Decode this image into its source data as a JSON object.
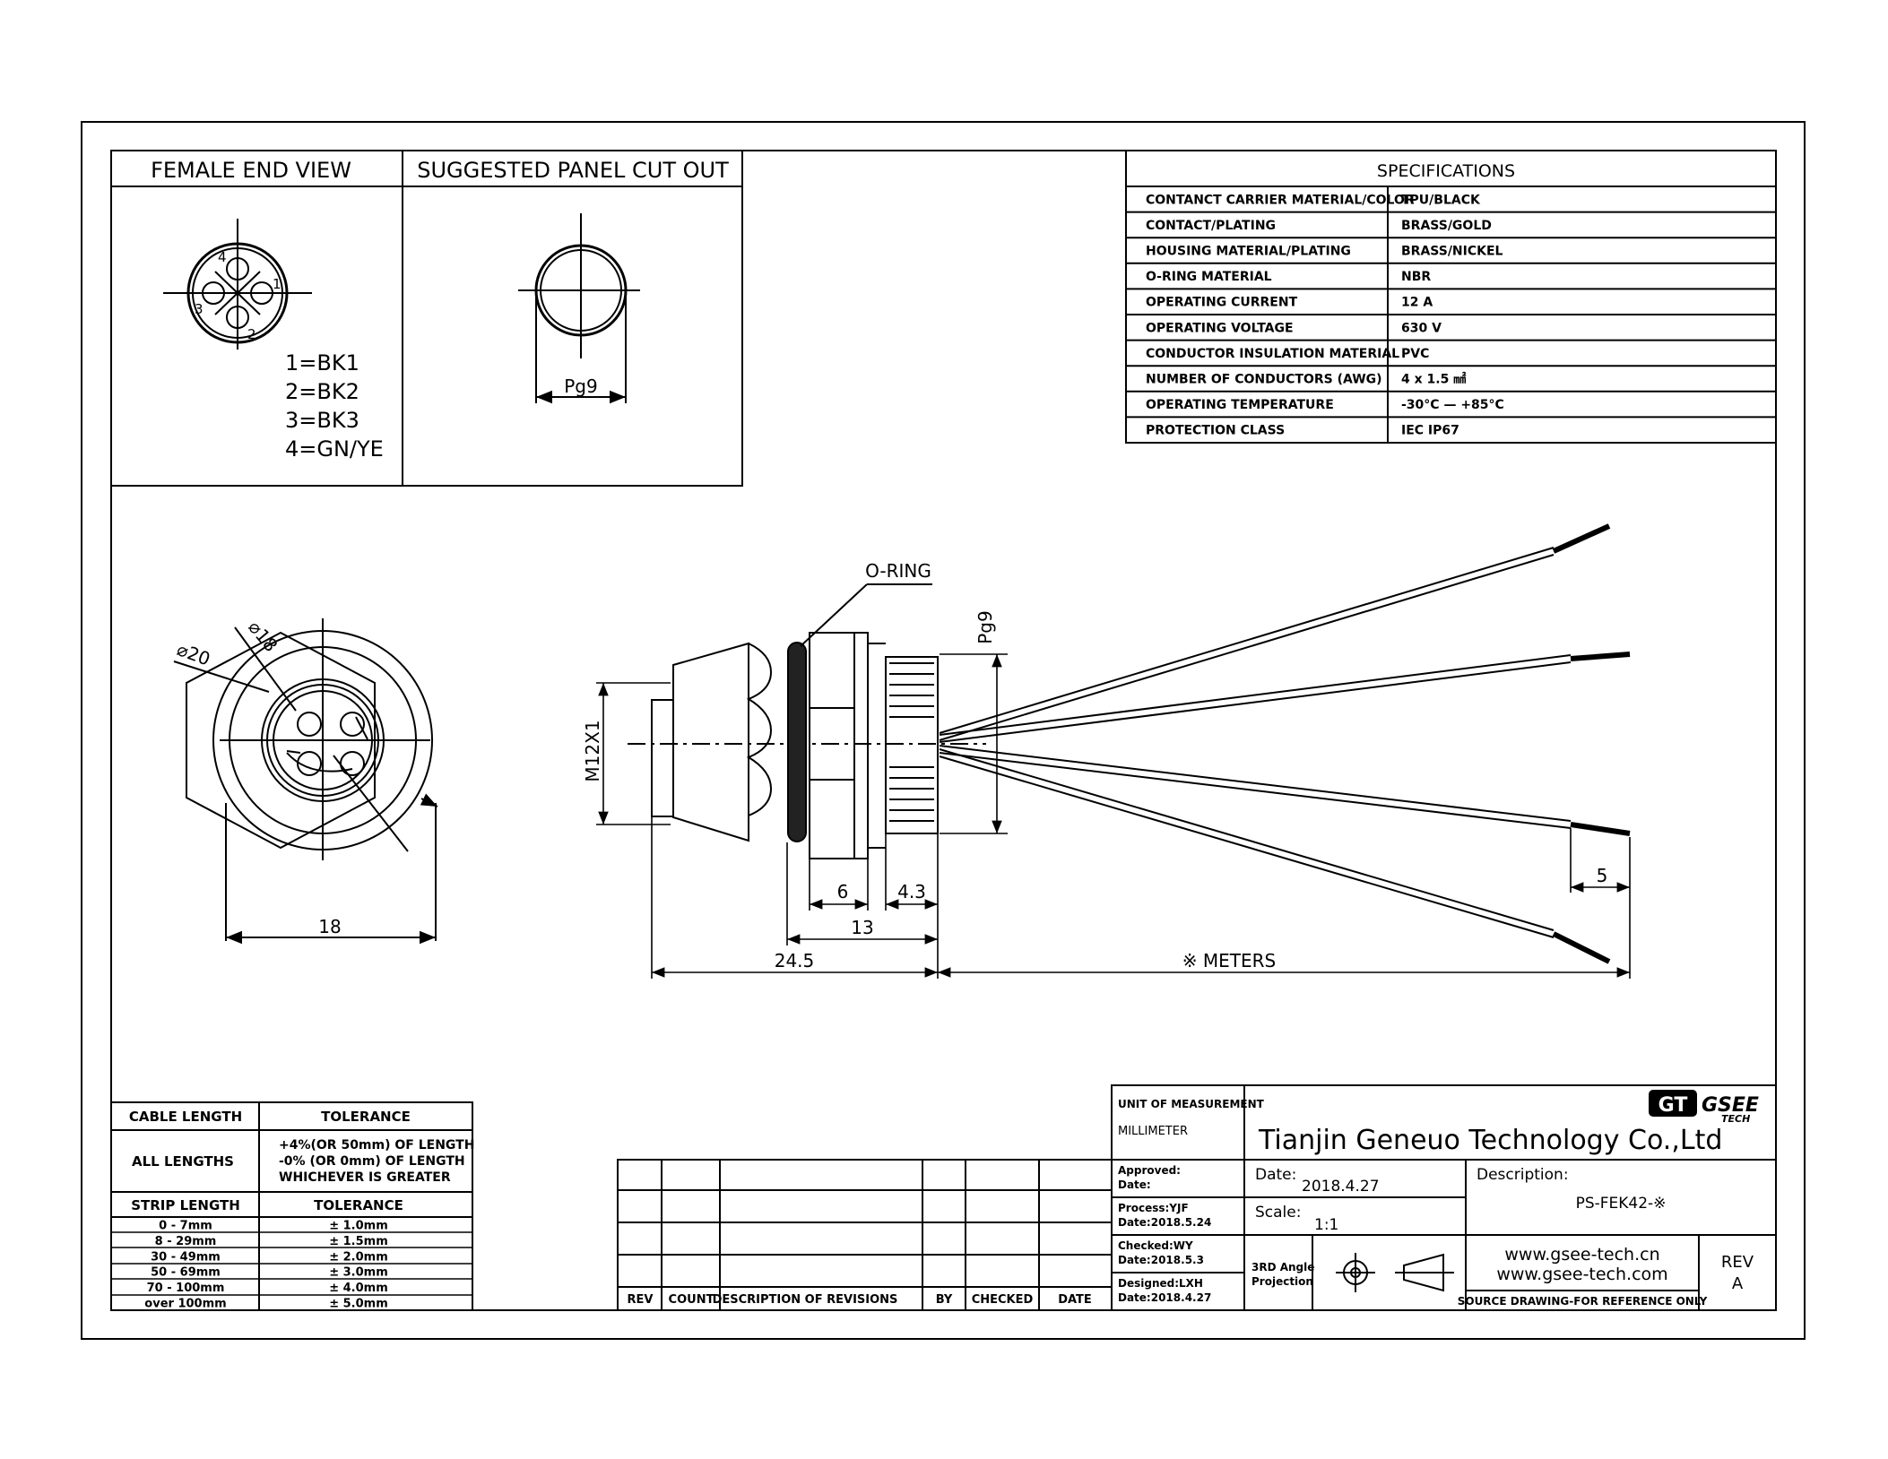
{
  "female_end_view": {
    "title": "FEMALE END VIEW",
    "pin_numbers": [
      "1",
      "2",
      "3",
      "4"
    ],
    "pin_map": [
      "1=BK1",
      "2=BK2",
      "3=BK3",
      "4=GN/YE"
    ]
  },
  "panel_cutout": {
    "title": "SUGGESTED PANEL CUT OUT",
    "dimension": "Pg9"
  },
  "specifications": {
    "title": "SPECIFICATIONS",
    "rows": [
      {
        "label": "CONTANCT CARRIER MATERIAL/COLOR",
        "value": "TPU/BLACK"
      },
      {
        "label": "CONTACT/PLATING",
        "value": "BRASS/GOLD"
      },
      {
        "label": "HOUSING MATERIAL/PLATING",
        "value": "BRASS/NICKEL"
      },
      {
        "label": "O-RING MATERIAL",
        "value": "NBR"
      },
      {
        "label": "OPERATING CURRENT",
        "value": "12 A"
      },
      {
        "label": "OPERATING VOLTAGE",
        "value": "630 V"
      },
      {
        "label": "CONDUCTOR INSULATION MATERIAL",
        "value": "PVC"
      },
      {
        "label": "NUMBER OF CONDUCTORS (AWG)",
        "value": "4 x 1.5 ㎟"
      },
      {
        "label": "OPERATING TEMPERATURE",
        "value": "-30°C — +85°C"
      },
      {
        "label": "PROTECTION CLASS",
        "value": "IEC  IP67"
      }
    ]
  },
  "drawing": {
    "front_view": {
      "dia_outer": "⌀20",
      "dia_inner": "⌀18",
      "width": "18"
    },
    "side_view": {
      "o_ring": "O-RING",
      "thread": "M12X1",
      "pg": "Pg9",
      "dim_6": "6",
      "dim_4_3": "4.3",
      "dim_13": "13",
      "dim_24_5": "24.5",
      "dim_5": "5",
      "length": "※ METERS"
    }
  },
  "tolerance": {
    "cable_header": [
      "CABLE LENGTH",
      "TOLERANCE"
    ],
    "cable_row": {
      "label": "ALL LENGTHS",
      "lines": [
        "+4%(OR 50mm) OF LENGTH",
        "-0% (OR 0mm)  OF LENGTH",
        "WHICHEVER  IS  GREATER"
      ]
    },
    "strip_header": [
      "STRIP LENGTH",
      "TOLERANCE"
    ],
    "strip_rows": [
      [
        "0 - 7mm",
        "± 1.0mm"
      ],
      [
        "8 - 29mm",
        "± 1.5mm"
      ],
      [
        "30 - 49mm",
        "± 2.0mm"
      ],
      [
        "50 - 69mm",
        "± 3.0mm"
      ],
      [
        "70 - 100mm",
        "± 4.0mm"
      ],
      [
        "over 100mm",
        "± 5.0mm"
      ]
    ]
  },
  "revisions": {
    "headers": [
      "REV",
      "COUNT",
      "DESCRIPTION  OF  REVISIONS",
      "BY",
      "CHECKED",
      "DATE"
    ]
  },
  "title_block": {
    "unit_label": "UNIT OF MEASUREMENT",
    "unit_value": "MILLIMETER",
    "company": "Tianjin Geneuo Technology Co.,Ltd",
    "logo_gt": "GT",
    "logo_gsee": "GSEE",
    "logo_tech": "TECH",
    "approved": "Approved:",
    "approved_date": "Date:",
    "process": "Process:YJF",
    "process_date": "Date:2018.5.24",
    "checked": "Checked:WY",
    "checked_date": "Date:2018.5.3",
    "designed": "Designed:LXH",
    "designed_date": "Date:2018.4.27",
    "date_label": "Date:",
    "date_value": "2018.4.27",
    "scale_label": "Scale:",
    "scale_value": "1:1",
    "description_label": "Description:",
    "description_value": "PS-FEK42-※",
    "projection": [
      "3RD Angle",
      "Projection"
    ],
    "websites": [
      "www.gsee-tech.cn",
      "www.gsee-tech.com"
    ],
    "source_note": "SOURCE DRAWING-FOR REFERENCE ONLY",
    "rev_label": "REV",
    "rev_value": "A"
  }
}
